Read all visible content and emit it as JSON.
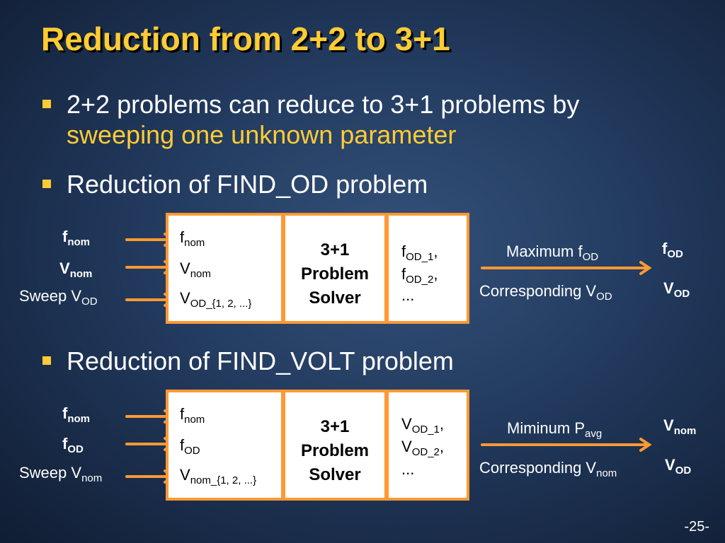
{
  "title": "Reduction from 2+2 to 3+1",
  "bullets": {
    "b1_line1": "2+2 problems can reduce to 3+1 problems by",
    "b1_line2": "sweeping one unknown parameter",
    "b2": "Reduction of FIND_OD problem",
    "b3": "Reduction of FIND_VOLT problem"
  },
  "diagram1": {
    "inputs": [
      {
        "main": "f",
        "sub": "nom"
      },
      {
        "main": "V",
        "sub": "nom"
      },
      {
        "prefix": "Sweep V",
        "sub": "OD"
      }
    ],
    "box_left": [
      {
        "main": "f",
        "sub": "nom"
      },
      {
        "main": "V",
        "sub": "nom"
      },
      {
        "main": "V",
        "sub": "OD_{1, 2, ...}"
      }
    ],
    "solver": [
      "3+1",
      "Problem",
      "Solver"
    ],
    "box_right": [
      {
        "main": "f",
        "sub": "OD_1",
        "suffix": ","
      },
      {
        "main": "f",
        "sub": "OD_2",
        "suffix": ","
      },
      {
        "main": "..."
      }
    ],
    "out_labels": [
      {
        "main": "Maximum f",
        "sub": "OD"
      },
      {
        "main": "Corresponding V",
        "sub": "OD"
      }
    ],
    "outputs": [
      {
        "main": "f",
        "sub": "OD"
      },
      {
        "main": "V",
        "sub": "OD"
      }
    ]
  },
  "diagram2": {
    "inputs": [
      {
        "main": "f",
        "sub": "nom"
      },
      {
        "main": "f",
        "sub": "OD"
      },
      {
        "prefix": "Sweep V",
        "sub": "nom"
      }
    ],
    "box_left": [
      {
        "main": "f",
        "sub": "nom"
      },
      {
        "main": "f",
        "sub": "OD"
      },
      {
        "main": "V",
        "sub": "nom_{1, 2, ...}"
      }
    ],
    "solver": [
      "3+1",
      "Problem",
      "Solver"
    ],
    "box_right": [
      {
        "main": "V",
        "sub": "OD_1",
        "suffix": ","
      },
      {
        "main": "V",
        "sub": "OD_2",
        "suffix": ","
      },
      {
        "main": "..."
      }
    ],
    "out_labels": [
      {
        "main": "Miminum P",
        "sub": "avg"
      },
      {
        "main": "Corresponding V",
        "sub": "nom"
      }
    ],
    "outputs": [
      {
        "main": "V",
        "sub": "nom"
      },
      {
        "main": "V",
        "sub": "OD"
      }
    ]
  },
  "page_number": "-25-",
  "colors": {
    "accent": "#ffcc33",
    "arrow": "#ff9933",
    "box_border": "#ff9933"
  }
}
